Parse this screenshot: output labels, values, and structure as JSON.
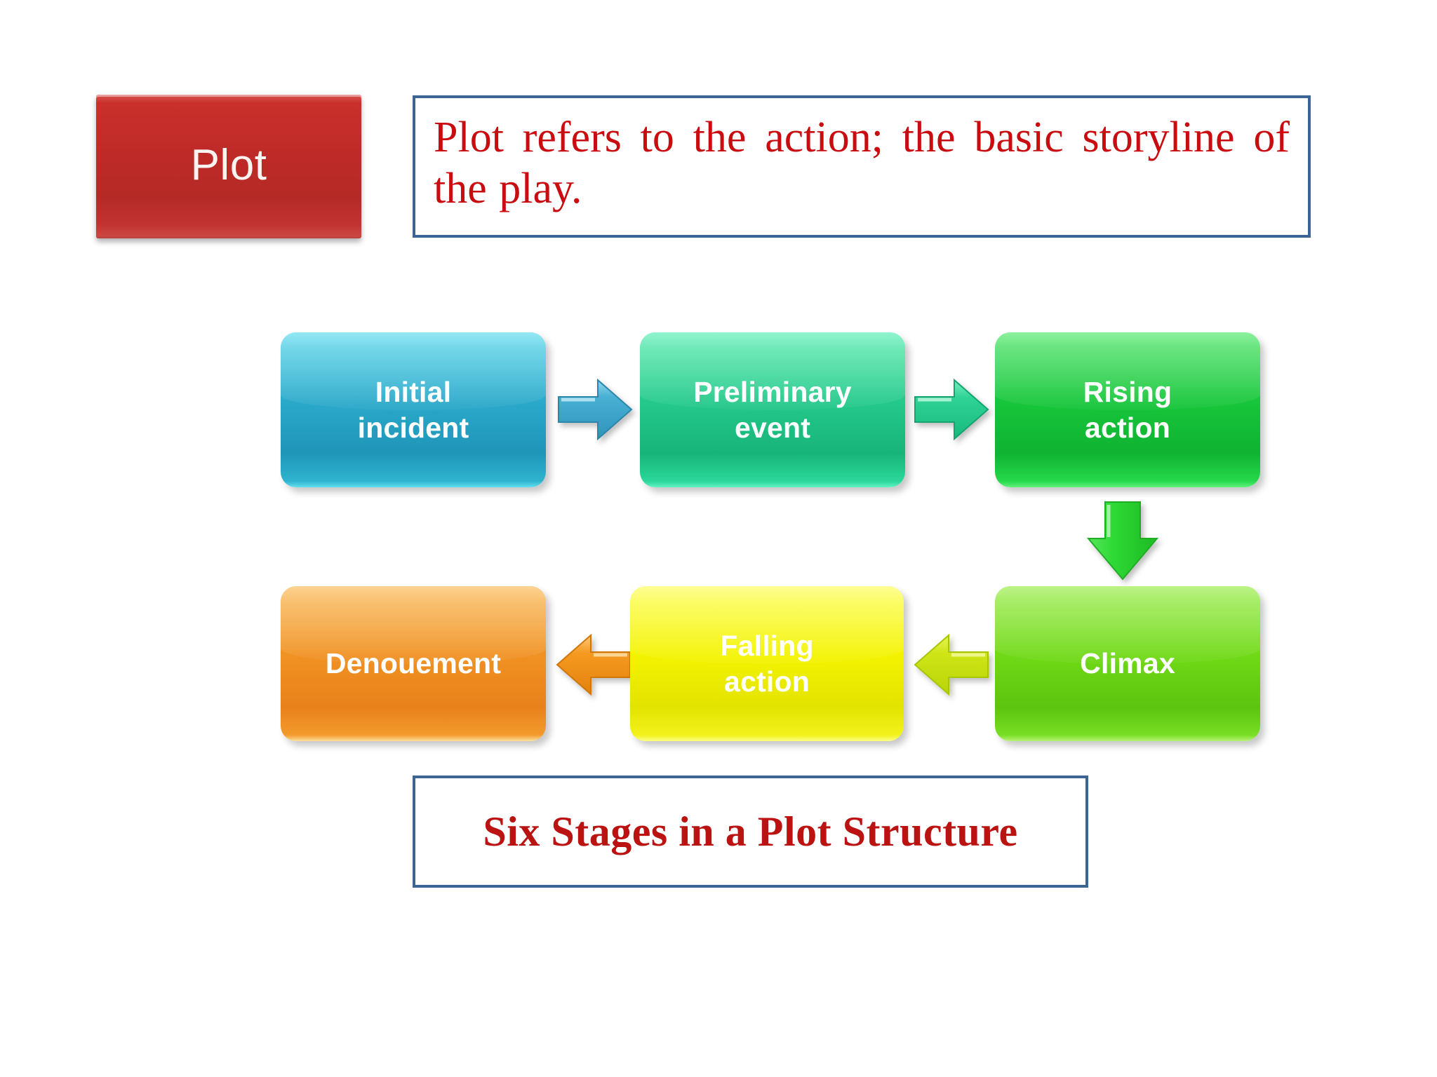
{
  "slide": {
    "background_color": "#ffffff",
    "accent_border_color": "#3c6593",
    "heading_text_color": "#c90c10"
  },
  "header": {
    "chip": {
      "label": "Plot",
      "color": "#bf2a27",
      "text_color": "#fdf4f2"
    },
    "definition": {
      "text": "Plot refers to the action; the basic storyline of the play.",
      "text_color": "#c90c10",
      "border_color": "#3c6593"
    }
  },
  "diagram_data": {
    "type": "flowchart",
    "title": "Six Stages in a Plot Structure",
    "direction": "snake: left-to-right then down then right-to-left",
    "stages": [
      {
        "order": 1,
        "label": "Initial incident",
        "line1": "Initial",
        "line2": "incident",
        "color": "#2ba9ca",
        "row": 1,
        "column": 1
      },
      {
        "order": 2,
        "label": "Preliminary event",
        "line1": "Preliminary",
        "line2": "event",
        "color": "#24c98a",
        "row": 1,
        "column": 2
      },
      {
        "order": 3,
        "label": "Rising action",
        "line1": "Rising",
        "line2": "action",
        "color": "#17c63a",
        "row": 1,
        "column": 3
      },
      {
        "order": 4,
        "label": "Climax",
        "line1": "Climax",
        "line2": "",
        "color": "#6fd916",
        "row": 2,
        "column": 3
      },
      {
        "order": 5,
        "label": "Falling action",
        "line1": "Falling",
        "line2": "action",
        "color": "#f3f300",
        "row": 2,
        "column": 2
      },
      {
        "order": 6,
        "label": "Denouement",
        "line1": "Denouement",
        "line2": "",
        "color": "#f09122",
        "row": 2,
        "column": 1
      }
    ],
    "connectors": [
      {
        "from": "Initial incident",
        "to": "Preliminary event",
        "direction": "right",
        "color": "#2f9fc4"
      },
      {
        "from": "Preliminary event",
        "to": "Rising action",
        "direction": "right",
        "color": "#22c081"
      },
      {
        "from": "Rising action",
        "to": "Climax",
        "direction": "down",
        "color": "#3ad73f"
      },
      {
        "from": "Climax",
        "to": "Falling action",
        "direction": "left",
        "color": "#c8e017"
      },
      {
        "from": "Falling action",
        "to": "Denouement",
        "direction": "left",
        "color": "#ef9420"
      }
    ]
  },
  "caption": {
    "text": "Six Stages in a Plot Structure",
    "text_color": "#bb1212",
    "border_color": "#3c6593"
  }
}
